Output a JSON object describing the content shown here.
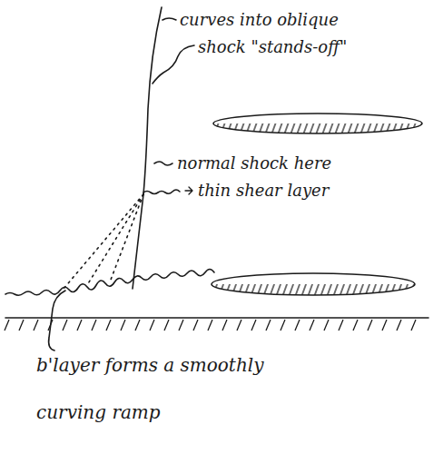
{
  "diagram": {
    "labels": [
      "curves into oblique",
      "shock \"stands-off\"",
      "normal shock here",
      "thin shear layer",
      "b'layer forms a smoothly curving ramp"
    ]
  }
}
